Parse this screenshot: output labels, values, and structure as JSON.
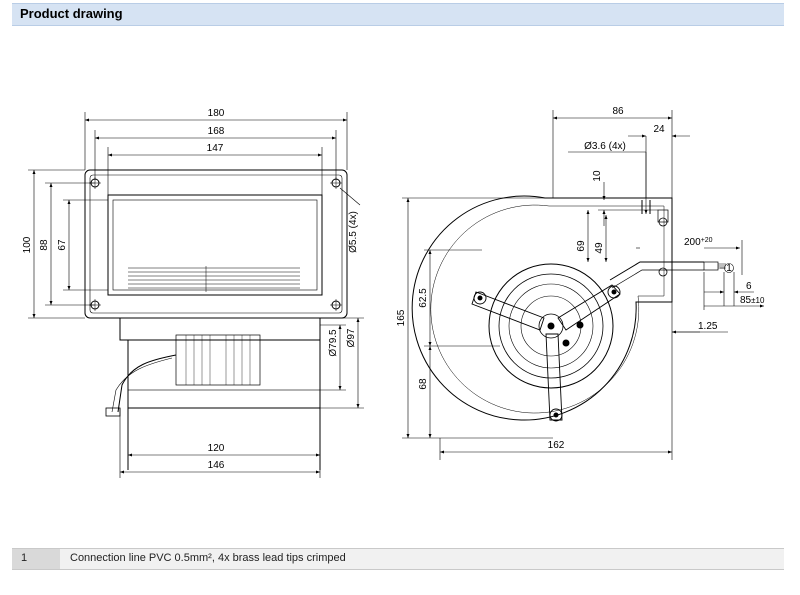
{
  "header": {
    "title": "Product drawing"
  },
  "front_view": {
    "dim_180": "180",
    "dim_168": "168",
    "dim_147": "147",
    "dim_100": "100",
    "dim_88": "88",
    "dim_67": "67",
    "dim_hole": "Ø5.5 (4x)",
    "dim_79_5": "Ø79.5",
    "dim_97": "Ø97",
    "dim_120": "120",
    "dim_146": "146"
  },
  "side_view": {
    "dim_86": "86",
    "dim_24": "24",
    "dim_hole": "Ø3.6 (4x)",
    "dim_10": "10",
    "dim_69": "69",
    "dim_49": "49",
    "dim_200_main": "200",
    "dim_200_tol": "+20",
    "dim_165": "165",
    "dim_62_5": "62.5",
    "dim_68": "68",
    "dim_162": "162",
    "dim_6": "6",
    "dim_85_main": "85",
    "dim_85_tol": "±10",
    "dim_1_25": "1.25",
    "callout": "1"
  },
  "notes": [
    {
      "number": "1",
      "text": "Connection line PVC 0.5mm², 4x brass lead tips crimped"
    }
  ]
}
